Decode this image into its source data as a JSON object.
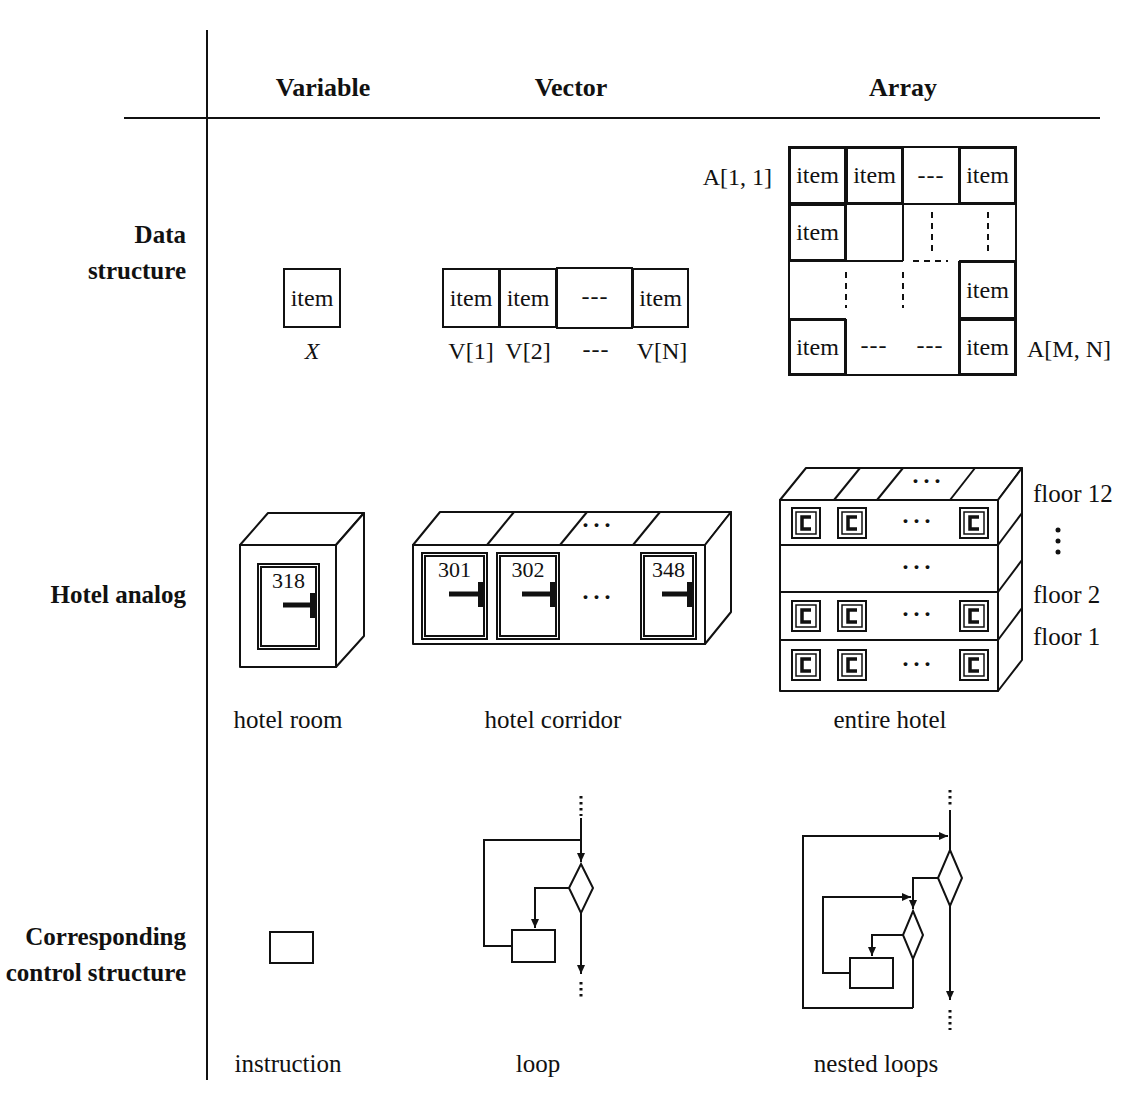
{
  "diagram": {
    "nodes": [
      {
        "text": [
          "item"
        ]
      },
      {
        "text": [
          "item"
        ]
      },
      {
        "text": [
          "item"
        ]
      },
      {
        "text": [
          "item"
        ]
      },
      {
        "text": [
          "item"
        ]
      },
      {
        "text": [
          "item"
        ]
      },
      {
        "text": [
          "item"
        ]
      },
      {
        "text": [
          "item"
        ]
      },
      {
        "text": [
          "item"
        ]
      },
      {
        "text": [
          "item"
        ]
      },
      {
        "text": [
          "item"
        ]
      },
      {
        "text": [
          "318"
        ]
      },
      {
        "text": [
          "301"
        ]
      },
      {
        "text": [
          "302"
        ]
      },
      {
        "text": [
          "348"
        ]
      }
    ],
    "labels": [
      "Variable",
      "Vector",
      "Array",
      "Data structure",
      "A[1, 1]",
      "---",
      "---",
      "X",
      "V[1]",
      "V[2]",
      "---",
      "V[N]",
      "---",
      "---",
      "A[M, N]",
      "Hotel analog",
      "···",
      "···",
      "···",
      "···",
      "···",
      "···",
      "···",
      "floor 12",
      "floor 2",
      "floor 1",
      "hotel room",
      "hotel corridor",
      "entire hotel",
      "Corresponding control structure",
      "instruction",
      "loop",
      "nested loops"
    ]
  }
}
